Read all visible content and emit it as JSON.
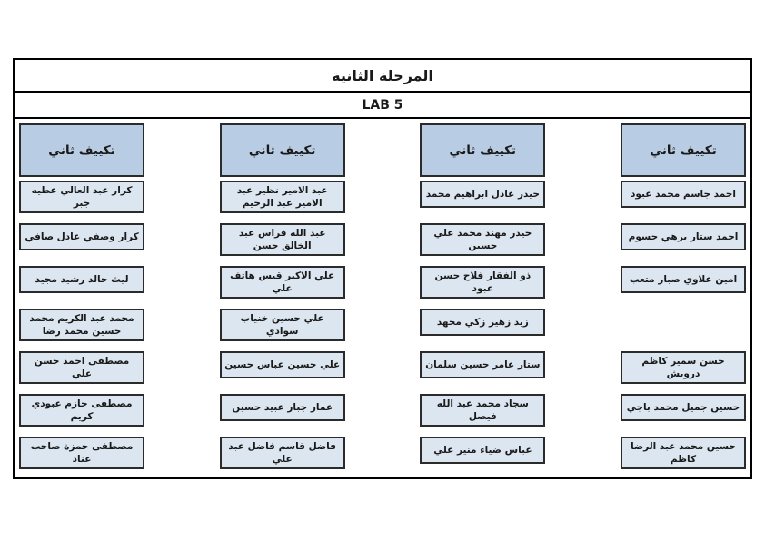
{
  "page": {
    "title": "المرحلة الثانية",
    "lab_label": "LAB 5"
  },
  "groups": [
    {
      "header": "تكييف ثاني",
      "students": [
        "احمد جاسم محمد عبود",
        "احمد ستار برهي جسوم",
        "امين علاوي صبار متعب",
        "",
        "حسن سمير كاظم درويش",
        "حسين جميل محمد باجي",
        "حسين محمد عبد الرضا كاظم"
      ]
    },
    {
      "header": "تكييف ثاني",
      "students": [
        "حيدر عادل ابراهيم محمد",
        "حيدر مهند محمد علي حسين",
        "ذو الفقار فلاح حسن عبود",
        "زيد زهير زكي مجهد",
        "ستار عامر حسين سلمان",
        "سجاد محمد عبد الله فيصل",
        "عباس ضياء منير علي"
      ]
    },
    {
      "header": "تكييف ثاني",
      "students": [
        "عبد الامير نظير عبد الامير عبد الرحيم",
        "عبد الله فراس عبد الخالق حسن",
        "علي الاكبر قيس هاتف علي",
        "علي حسين خنياب سوادي",
        "علي حسين عباس حسين",
        "عمار جبار عبيد حسين",
        "فاضل قاسم فاضل عبد علي"
      ]
    },
    {
      "header": "تكييف ثاني",
      "students": [
        "كرار عبد العالي عطيه جبر",
        "كرار وصفي عادل صافي",
        "ليث خالد رشيد مجيد",
        "محمد عبد الكريم محمد حسين محمد رضا",
        "مصطفى احمد حسن علي",
        "مصطفى حازم عبودي كريم",
        "مصطفى حمزة صاحب عناد"
      ]
    }
  ],
  "colors": {
    "header_fill": "#b8cce4",
    "student_fill": "#dce6f1",
    "box_border": "#2b2b2b"
  }
}
